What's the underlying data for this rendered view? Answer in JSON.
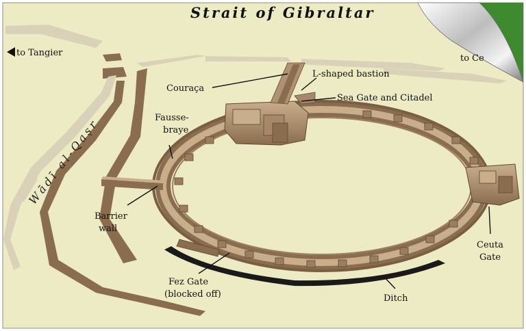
{
  "map": {
    "title": "Strait of Gibraltar",
    "river_label": "Wādī al-Qaṣr",
    "direction_left": "to Tangier",
    "direction_right": "to Ce",
    "colors": {
      "background": "#ecebc4",
      "wall_dark": "#8a6d4e",
      "wall_light": "#c9ae8c",
      "ditch": "#1a1a1a",
      "accent_corner": "#3f8a2f"
    }
  },
  "labels": {
    "couraca": "Couraça",
    "l_bastion": "L-shaped bastion",
    "sea_gate": "Sea Gate and Citadel",
    "fausse_1": "Fausse-",
    "fausse_2": "braye",
    "barrier_1": "Barrier",
    "barrier_2": "wall",
    "fez_1": "Fez Gate",
    "fez_2": "(blocked off)",
    "ditch": "Ditch",
    "ceuta_1": "Ceuta",
    "ceuta_2": "Gate"
  }
}
